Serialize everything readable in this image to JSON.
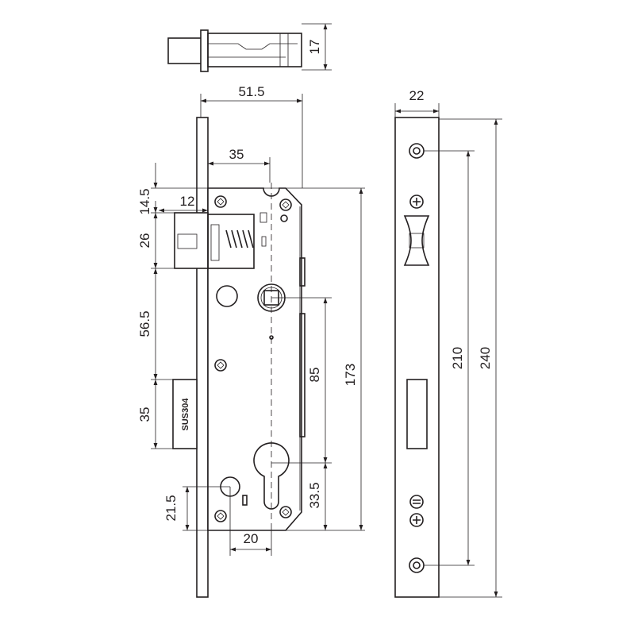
{
  "title": "Mortise lock technical drawing",
  "material_mark": "SUS304",
  "dimensions": {
    "top_thickness": "17",
    "backset_total": "51.5",
    "backset": "35",
    "latch_top_offset": "14.5",
    "latch_projection": "12",
    "latch_height": "26",
    "latch_to_deadbolt": "56.5",
    "deadbolt_height": "35",
    "spindle_to_cylinder": "85",
    "case_height": "173",
    "cylinder_to_bottom": "33.5",
    "hole_to_bottom": "21.5",
    "hole_to_cylinder": "20",
    "faceplate_width": "22",
    "screw_spacing": "210",
    "faceplate_length": "240"
  },
  "colors": {
    "line": "#231f20",
    "background": "#ffffff"
  }
}
